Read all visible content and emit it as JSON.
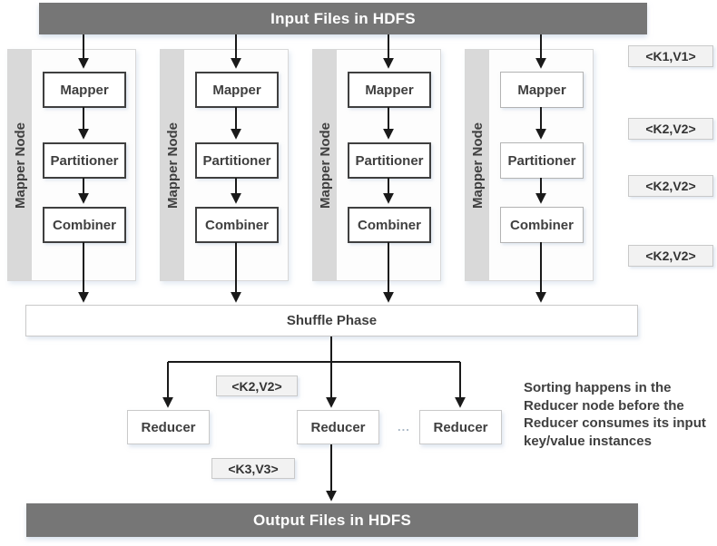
{
  "diagram": {
    "input_banner": "Input Files in HDFS",
    "output_banner": "Output Files in HDFS",
    "shuffle_label": "Shuffle Phase",
    "columns": [
      {
        "node_label": "Mapper Node",
        "boxes": [
          "Mapper",
          "Partitioner",
          "Combiner"
        ]
      },
      {
        "node_label": "Mapper Node",
        "boxes": [
          "Mapper",
          "Partitioner",
          "Combiner"
        ]
      },
      {
        "node_label": "Mapper Node",
        "boxes": [
          "Mapper",
          "Partitioner",
          "Combiner"
        ]
      },
      {
        "node_label": "Mapper Node",
        "boxes": [
          "Mapper",
          "Partitioner",
          "Combiner"
        ]
      }
    ],
    "right_labels": [
      "<K1,V1>",
      "<K2,V2>",
      "<K2,V2>",
      "<K2,V2>"
    ],
    "kv_mid_top": "<K2,V2>",
    "kv_mid_bottom": "<K3,V3>",
    "reducers": [
      "Reducer",
      "Reducer",
      "Reducer"
    ],
    "ellipsis": "...",
    "note_lines": [
      "Sorting happens in the",
      "Reducer node before the",
      "Reducer consumes its input",
      "key/value instances"
    ],
    "colors": {
      "banner_bg": "#767676",
      "banner_text": "#ffffff",
      "node_strip_bg": "#d9d9d9",
      "box_border_dark": "#3f3f3f",
      "box_border_light": "#b3b3b3",
      "kv_label_bg": "#f2f2f2",
      "kv_label_border": "#c9c9c9",
      "arrow": "#1a1a1a",
      "text": "#3f3f3f"
    }
  }
}
